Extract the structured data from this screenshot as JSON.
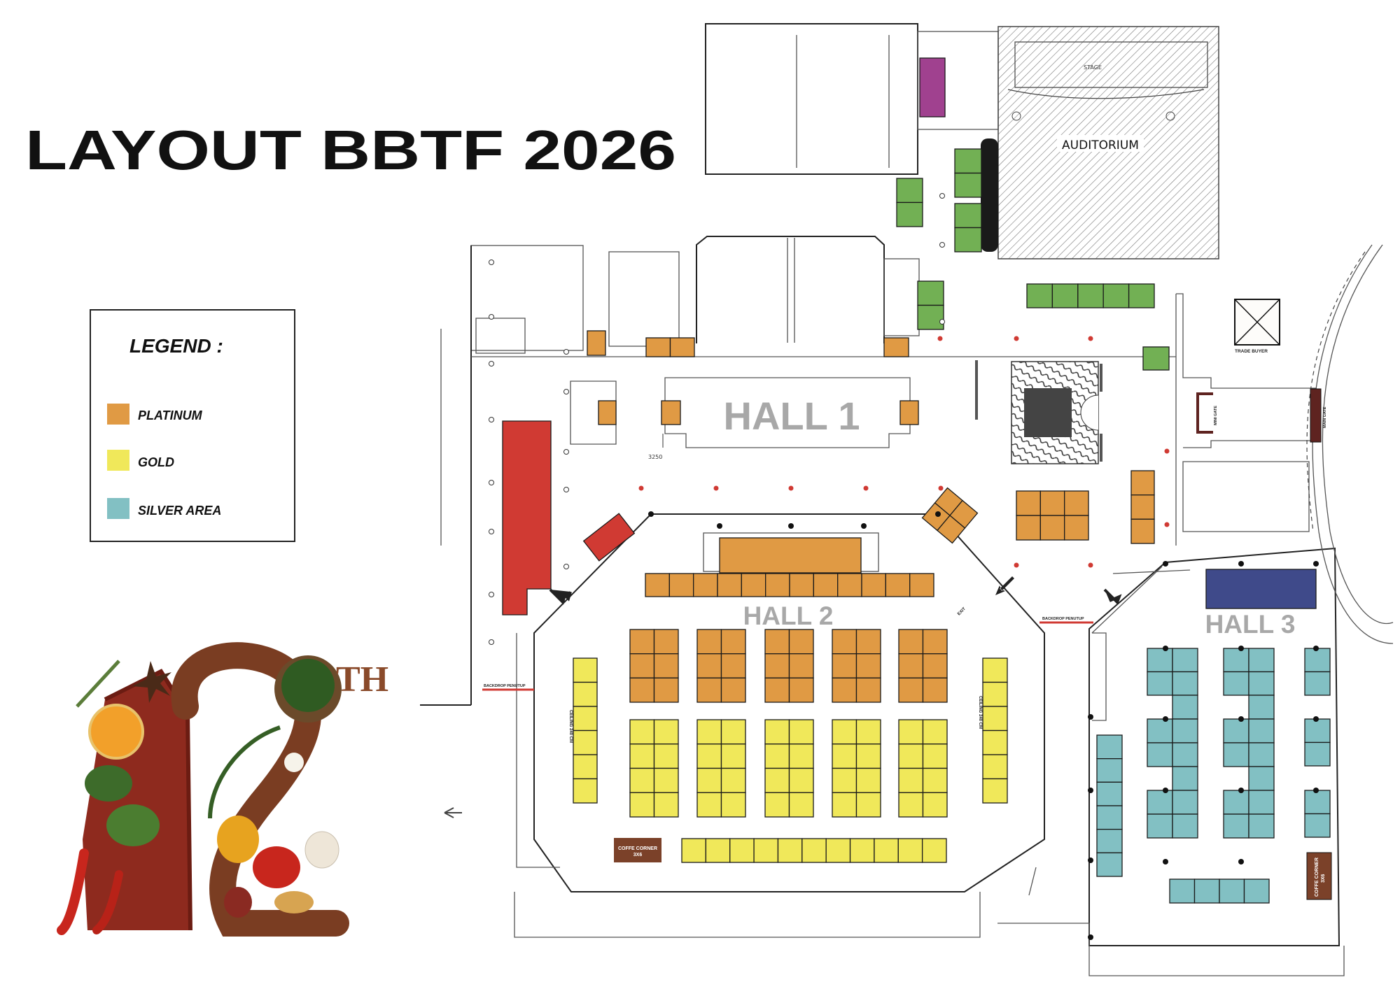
{
  "title": "LAYOUT BBTF 2026",
  "legend": {
    "heading": "LEGEND :",
    "items": [
      {
        "label": "PLATINUM",
        "color": "#e09a44"
      },
      {
        "label": "GOLD",
        "color": "#f0e85a"
      },
      {
        "label": "SILVER AREA",
        "color": "#82c0c3"
      }
    ]
  },
  "colors": {
    "platinum": "#e09a44",
    "gold": "#f0e85a",
    "silver": "#82c0c3",
    "green": "#72b054",
    "red": "#d03a33",
    "purple": "#a0418f",
    "blue": "#3f4a8a",
    "coffee": "#7b4129",
    "gate": "#5e2320"
  },
  "halls": {
    "hall1": "HALL 1",
    "hall2": "HALL 2",
    "hall3": "HALL 3"
  },
  "labels": {
    "auditorium": "AUDITORIUM",
    "stage": "STAGE",
    "trade_buyer": "TRADE BUYER",
    "mini_gate": "MINI GATE",
    "main_gate": "MAIN GATE",
    "backdrop": "BACKDROP PENUTUP",
    "ceiling": "CEILING 240 CM",
    "coffee_corner": "COFFE CORNER",
    "coffee_size": "3X6",
    "dimension": "3250",
    "exit": "EXIT"
  },
  "logo": {
    "number": "12",
    "suffix": "TH"
  }
}
